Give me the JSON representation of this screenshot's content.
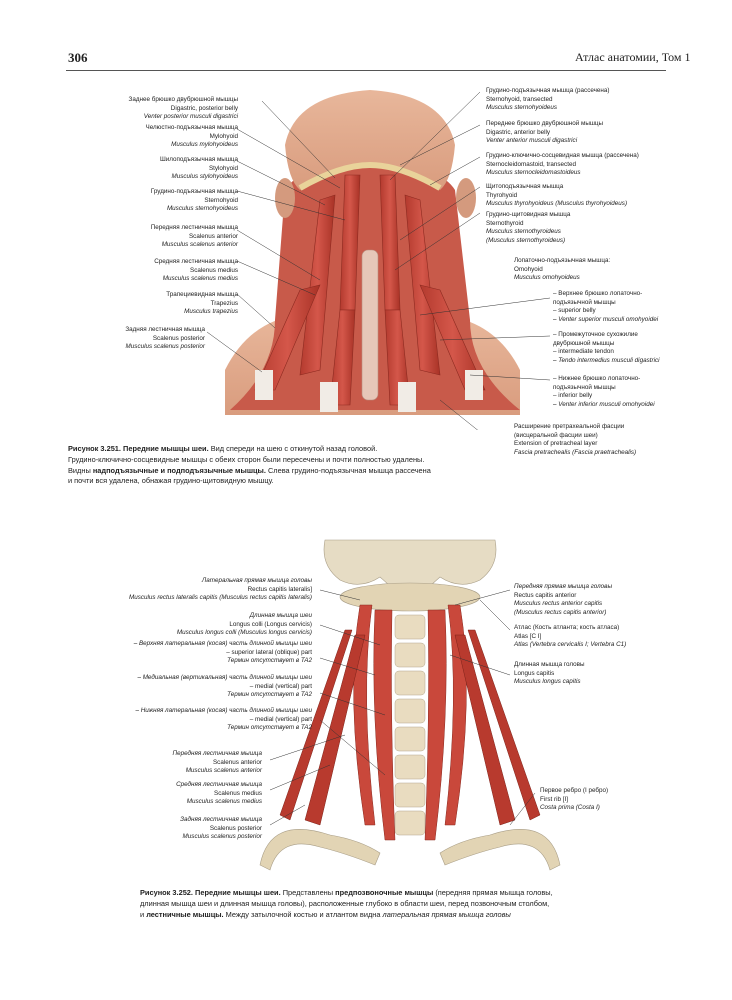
{
  "header": {
    "page_number": "306",
    "running_title": "Атлас анатомии, Том 1"
  },
  "fig1": {
    "left_labels": [
      [
        "Заднее брюшко двубрюшной мышцы",
        "Digastric, posterior belly",
        "Venter posterior musculi digastrici"
      ],
      [
        "Челюстно-подъязычная мышца",
        "Mylohyoid",
        "Musculus mylohyoideus"
      ],
      [
        "Шилоподъязычная мышца",
        "Stylohyoid",
        "Musculus stylohyoideus"
      ],
      [
        "Грудино-подъязычная мышца",
        "Sternohyoid",
        "Musculus sternohyoideus"
      ],
      [
        "Передняя лестничная мышца",
        "Scalenus anterior",
        "Musculus scalenus anterior"
      ],
      [
        "Средняя лестничная мышца",
        "Scalenus medius",
        "Musculus scalenus medius"
      ],
      [
        "Трапециевидная мышца",
        "Trapezius",
        "Musculus trapezius"
      ],
      [
        "Задняя лестничная мышца",
        "Scalenus posterior",
        "Musculus scalenus posterior"
      ]
    ],
    "right_labels": [
      [
        "Грудино-подъязычная мышца (рассечена)",
        "Sternohyoid, transected",
        "Musculus sternohyoideus"
      ],
      [
        "Переднее брюшко двубрюшной мышцы",
        "Digastric, anterior belly",
        "Venter anterior musculi digastrici"
      ],
      [
        "Грудино-ключично-сосцевидная мышца (рассечена)",
        "Sternocleidomastoid, transected",
        "Musculus sternocleidomastoideus"
      ],
      [
        "Щитоподъязычная мышца",
        "Thyrohyoid",
        "Musculus thyrohyoideus (Musculus thyrohyoideus)"
      ],
      [
        "Грудино-щитовидная мышца",
        "Sternothyroid",
        "Musculus sternothyroideus",
        "(Musculus sternothyroideus)"
      ],
      [
        "Лопаточно-подъязычная мышца:",
        "Omohyoid",
        "Musculus omohyoideus"
      ],
      [
        "– Верхнее брюшко лопаточно-",
        "подъязычной мышцы",
        "– superior belly",
        "– Venter superior musculi omohyoidei"
      ],
      [
        "– Промежуточное сухожилие",
        "двубрюшной мышцы",
        "– intermediate tendon",
        "– Tendo intermedius musculi digastrici"
      ],
      [
        "– Нижнее брюшко лопаточно-",
        "подъязычной мышцы",
        "– inferior belly",
        "– Venter inferior musculi omohyoidei"
      ],
      [
        "Расширение претрахеальной фасции",
        "(висцеральной фасции шеи)",
        "Extension of pretracheal layer",
        "Fascia pretrachealis (Fascia praetrachealis)"
      ]
    ],
    "caption": {
      "lead": "Рисунок 3.251. Передние мышцы шеи.",
      "l1": " Вид спереди на шею с откинутой назад головой.",
      "l2": "Грудино-ключично-сосцевидные мышцы с обеих сторон были пересечены и почти полностью удалены.",
      "l3a": "Видны ",
      "l3b": "надподъязычные и подподъязычные мышцы.",
      "l3c": " Слева грудино-подъязычная мышца рассечена",
      "l4": "и почти вся удалена, обнажая грудино-щитовидную мышцу."
    }
  },
  "fig2": {
    "left_labels": [
      [
        "Латеральная прямая мышца головы",
        "Rectus capitis lateralis]",
        "Musculus rectus lateralis capitis (Musculus rectus capitis lateralis)"
      ],
      [
        "Длинная мышца шеи",
        "Longus colli (Longus cervicis)",
        "Musculus longus colli (Musculus longus cervicis)"
      ],
      [
        "– Верхняя латеральная (косая) часть длинной мышцы шеи",
        "– superior lateral (oblique) part",
        "Термин отсутствует в TA2"
      ],
      [
        "– Медиальная (вертикальная) часть длинной мышцы шеи",
        "– medial (vertical) part",
        "Термин отсутствует в TA2"
      ],
      [
        "– Нижняя латеральная (косая) часть длинной мышцы шеи",
        "– medial (vertical) part",
        "Термин отсутствует в TA2"
      ],
      [
        "Передняя лестничная мышца",
        "Scalenus anterior",
        "Musculus scalenus anterior"
      ],
      [
        "Средняя лестничная мышца",
        "Scalenus medius",
        "Musculus scalenus medius"
      ],
      [
        "Задняя лестничная мышца",
        "Scalenus posterior",
        "Musculus scalenus posterior"
      ]
    ],
    "right_labels": [
      [
        "Передняя прямая мышца головы",
        "Rectus capitis anterior",
        "Musculus rectus anterior capitis",
        "(Musculus rectus capitis anterior)"
      ],
      [
        "Атлас (Кость атланта; кость атласа)",
        "Atlas [C I]",
        "Atlas (Vertebra cervicalis I; Vertebra C1)"
      ],
      [
        "Длинная мышца головы",
        "Longus capitis",
        "Musculus longus capitis"
      ],
      [
        "Первое ребро (I ребро)",
        "First rib [I]",
        "Costa prima (Costa I)"
      ]
    ],
    "caption": {
      "lead": "Рисунок 3.252. Передние мышцы шеи.",
      "l1a": " Представлены ",
      "l1b": "предпозвоночные мышцы",
      "l1c": " (передняя прямая мышца головы,",
      "l2": "длинная мышца шеи и длинная мышца головы), расположенные глубоко в области шеи, перед позвоночным столбом,",
      "l3a": "и ",
      "l3b": "лестничные мышцы.",
      "l3c": " Между затылочной костью и атлантом видна ",
      "l3d": "латеральная прямая мышца головы"
    }
  }
}
